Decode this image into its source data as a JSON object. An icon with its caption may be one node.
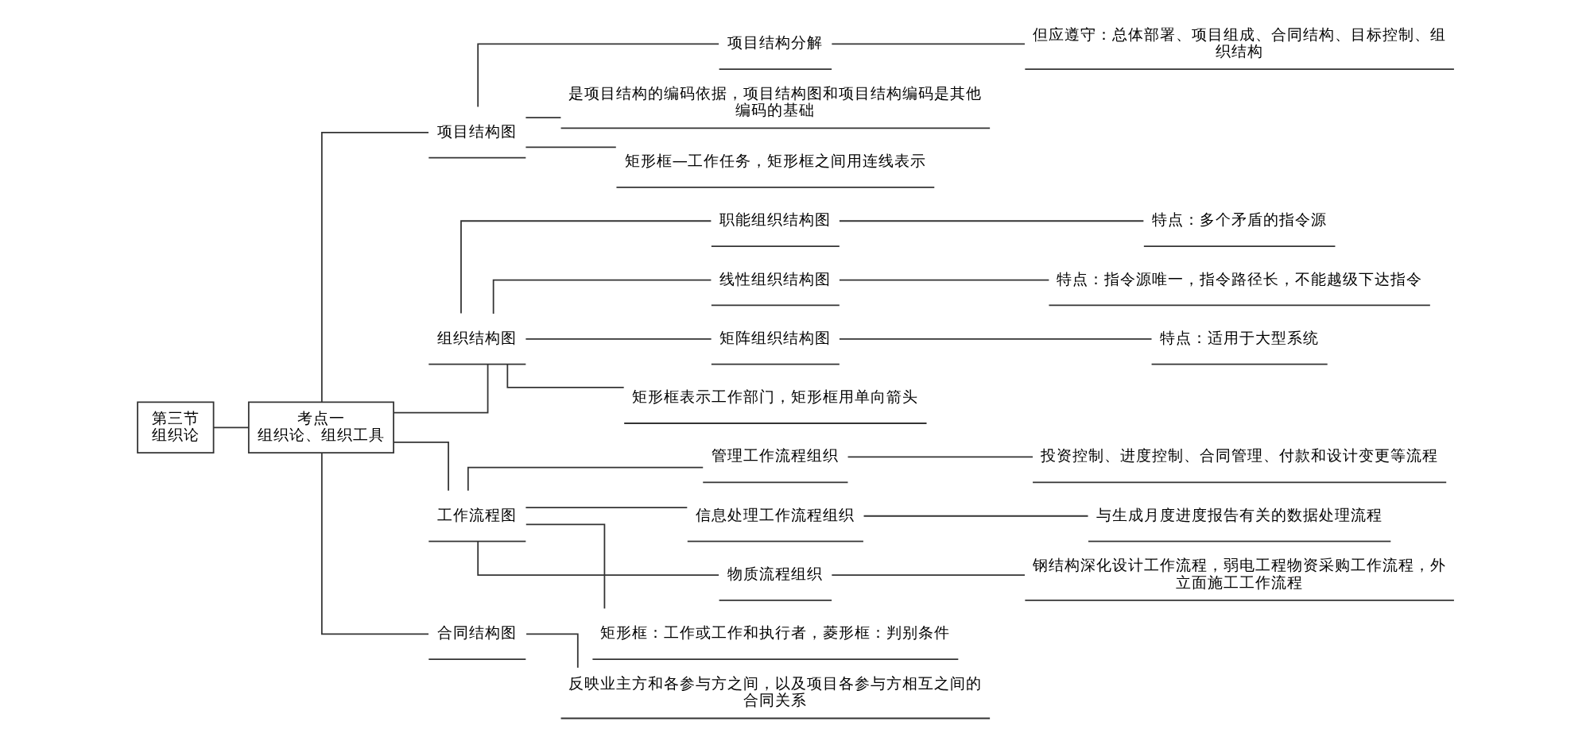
{
  "diagram": {
    "nodes": [
      {
        "text": [
          "第三节",
          "组织论"
        ]
      },
      {
        "text": [
          "考点一",
          "组织论、组织工具"
        ]
      },
      {
        "text": [
          "项目结构图"
        ]
      },
      {
        "text": [
          "项目结构分解"
        ]
      },
      {
        "text": [
          "但应遵守：总体部署、项目组成、合同结构、目标控制、组织结构"
        ]
      },
      {
        "text": [
          "是项目结构的编码依据，项目结构图和项目结构编码是其他编码的基础"
        ]
      },
      {
        "text": [
          "矩形框—工作任务，矩形框之间用连线表示"
        ]
      },
      {
        "text": [
          "组织结构图"
        ]
      },
      {
        "text": [
          "职能组织结构图"
        ]
      },
      {
        "text": [
          "特点：多个矛盾的指令源"
        ]
      },
      {
        "text": [
          "线性组织结构图"
        ]
      },
      {
        "text": [
          "特点：指令源唯一，指令路径长，不能越级下达指令"
        ]
      },
      {
        "text": [
          "矩阵组织结构图"
        ]
      },
      {
        "text": [
          "特点：适用于大型系统"
        ]
      },
      {
        "text": [
          "矩形框表示工作部门，矩形框用单向箭头"
        ]
      },
      {
        "text": [
          "工作流程图"
        ]
      },
      {
        "text": [
          "管理工作流程组织"
        ]
      },
      {
        "text": [
          "投资控制、进度控制、合同管理、付款和设计变更等流程"
        ]
      },
      {
        "text": [
          "信息处理工作流程组织"
        ]
      },
      {
        "text": [
          "与生成月度进度报告有关的数据处理流程"
        ]
      },
      {
        "text": [
          "物质流程组织"
        ]
      },
      {
        "text": [
          "钢结构深化设计工作流程，弱电工程物资采购工作流程，外立面施工工作流程"
        ]
      },
      {
        "text": [
          "矩形框：工作或工作和执行者，菱形框：判别条件"
        ]
      },
      {
        "text": [
          "合同结构图"
        ]
      },
      {
        "text": [
          "反映业主方和各参与方之间，以及项目各参与方相互之间的合同关系"
        ]
      }
    ],
    "edges": [
      {
        "from": 0,
        "to": 1,
        "arrow": "none"
      },
      {
        "from": 1,
        "to": 2,
        "arrow": "none"
      },
      {
        "from": 2,
        "to": 3,
        "arrow": "none"
      },
      {
        "from": 3,
        "to": 4,
        "arrow": "none"
      },
      {
        "from": 2,
        "to": 5,
        "arrow": "none"
      },
      {
        "from": 2,
        "to": 6,
        "arrow": "none"
      },
      {
        "from": 1,
        "to": 7,
        "arrow": "none"
      },
      {
        "from": 7,
        "to": 8,
        "arrow": "none"
      },
      {
        "from": 8,
        "to": 9,
        "arrow": "none"
      },
      {
        "from": 7,
        "to": 10,
        "arrow": "none"
      },
      {
        "from": 10,
        "to": 11,
        "arrow": "none"
      },
      {
        "from": 7,
        "to": 12,
        "arrow": "none"
      },
      {
        "from": 12,
        "to": 13,
        "arrow": "none"
      },
      {
        "from": 7,
        "to": 14,
        "arrow": "none"
      },
      {
        "from": 1,
        "to": 15,
        "arrow": "none"
      },
      {
        "from": 15,
        "to": 16,
        "arrow": "none"
      },
      {
        "from": 16,
        "to": 17,
        "arrow": "none"
      },
      {
        "from": 15,
        "to": 18,
        "arrow": "none"
      },
      {
        "from": 18,
        "to": 19,
        "arrow": "none"
      },
      {
        "from": 15,
        "to": 20,
        "arrow": "none"
      },
      {
        "from": 20,
        "to": 21,
        "arrow": "none"
      },
      {
        "from": 15,
        "to": 22,
        "arrow": "none"
      },
      {
        "from": 1,
        "to": 23,
        "arrow": "none"
      },
      {
        "from": 23,
        "to": 24,
        "arrow": "none"
      }
    ]
  }
}
